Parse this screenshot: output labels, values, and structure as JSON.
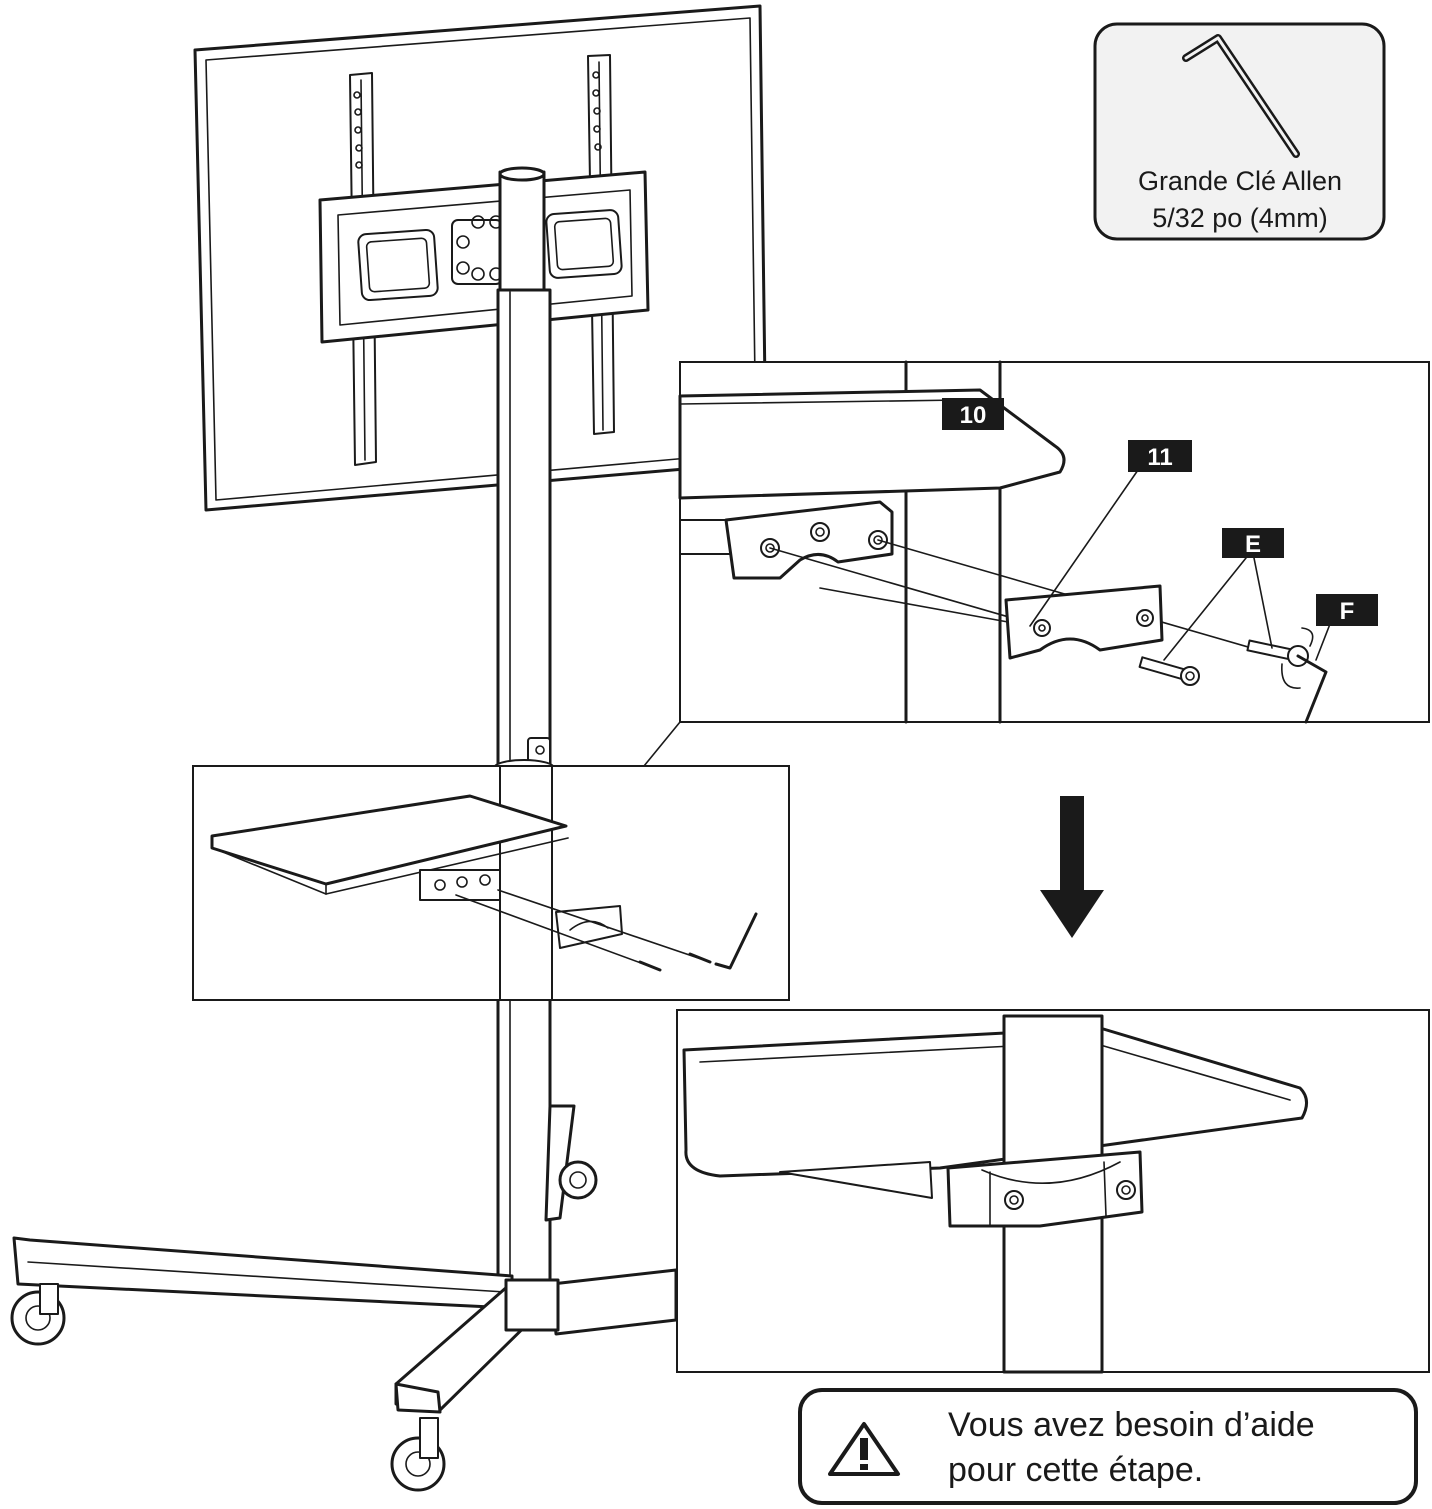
{
  "tool_box": {
    "line1": "Grande Clé Allen",
    "line2": "5/32 po (4mm)",
    "icon": "allen-key-icon"
  },
  "part_labels": {
    "part_10": "10",
    "part_11": "11",
    "part_E": "E",
    "part_F": "F"
  },
  "help_note": {
    "line1": "Vous avez besoin d’aide",
    "line2": "pour cette étape.",
    "icon": "warning-icon"
  },
  "colors": {
    "ink": "#1a1a1a",
    "tool_box_fill": "#f2f2f2",
    "background": "#ffffff"
  }
}
